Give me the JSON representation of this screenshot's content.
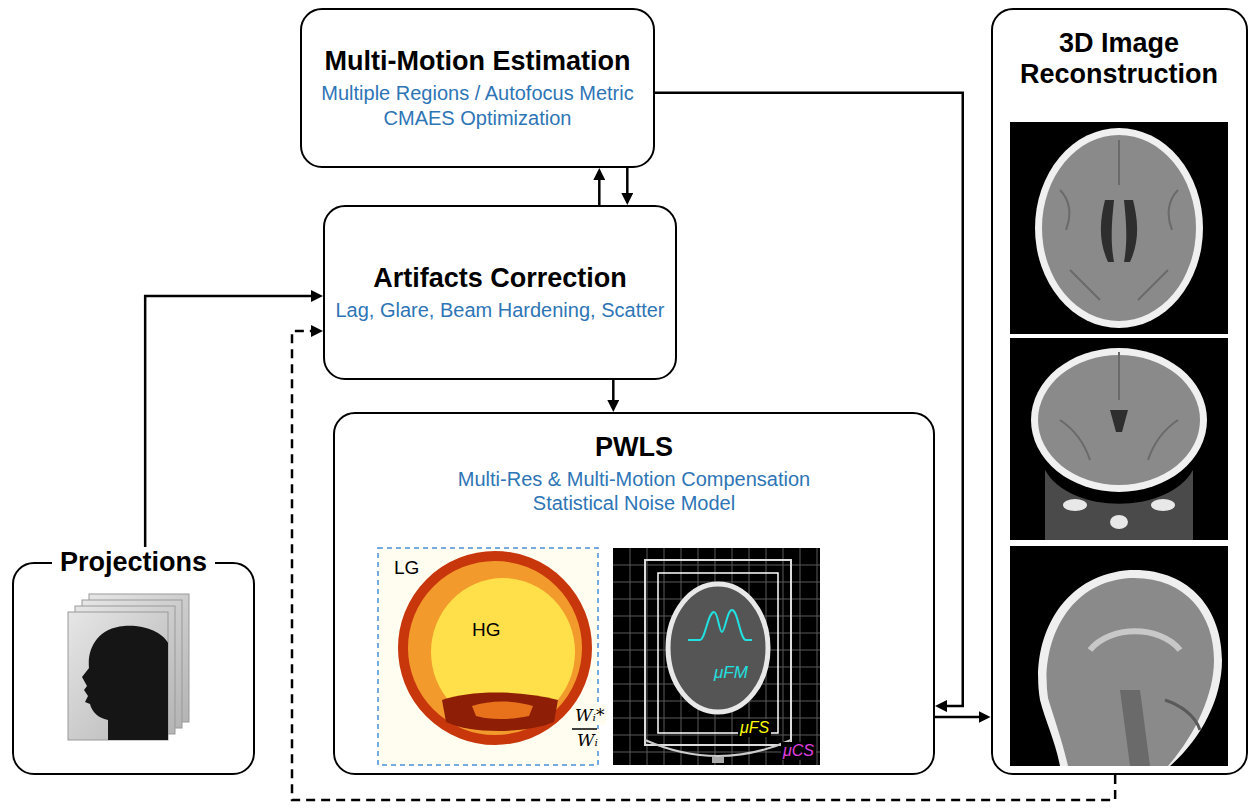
{
  "diagram": {
    "nodes": [
      {
        "text": [
          "Multi-Motion Estimation",
          "Multiple Regions / Autofocus Metric CMAES Optimization"
        ]
      },
      {
        "text": [
          "Artifacts Correction",
          "Lag, Glare, Beam Hardening, Scatter"
        ]
      },
      {
        "text": [
          "PWLS",
          "Multi-Res & Multi-Motion Compensation Statistical Noise Model"
        ]
      },
      {
        "text": [
          "Projections"
        ]
      },
      {
        "text": [
          "3D Image Reconstruction"
        ]
      }
    ],
    "edges": [
      {
        "from": 3,
        "to": 1,
        "arrow": "to"
      },
      {
        "from": 1,
        "to": 0,
        "arrow": "to"
      },
      {
        "from": 0,
        "to": 1,
        "arrow": "to"
      },
      {
        "from": 1,
        "to": 2,
        "arrow": "to"
      },
      {
        "from": 0,
        "to": 2,
        "arrow": "to"
      },
      {
        "from": 2,
        "to": 4,
        "arrow": "to"
      },
      {
        "from": 4,
        "to": 1,
        "arrow": "to"
      }
    ],
    "labels": [
      "LG",
      "HG",
      "Wᵢ*",
      "Wᵢ",
      "μFM",
      "μFS",
      "μCS"
    ]
  }
}
